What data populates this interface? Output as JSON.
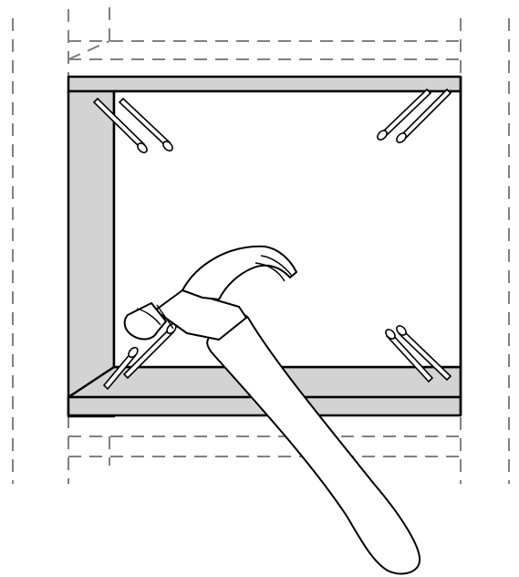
{
  "colors": {
    "outline": "#000000",
    "dashed": "#808080",
    "board": "#d3d3d3",
    "background": "#ffffff",
    "hammer_fill": "#ffffff"
  },
  "icons": {
    "nail": "nail-icon",
    "hammer": "hammer-icon"
  },
  "nails": {
    "top_left_count": 2,
    "top_right_count": 2,
    "bottom_left_count": 2,
    "bottom_right_count": 2
  }
}
